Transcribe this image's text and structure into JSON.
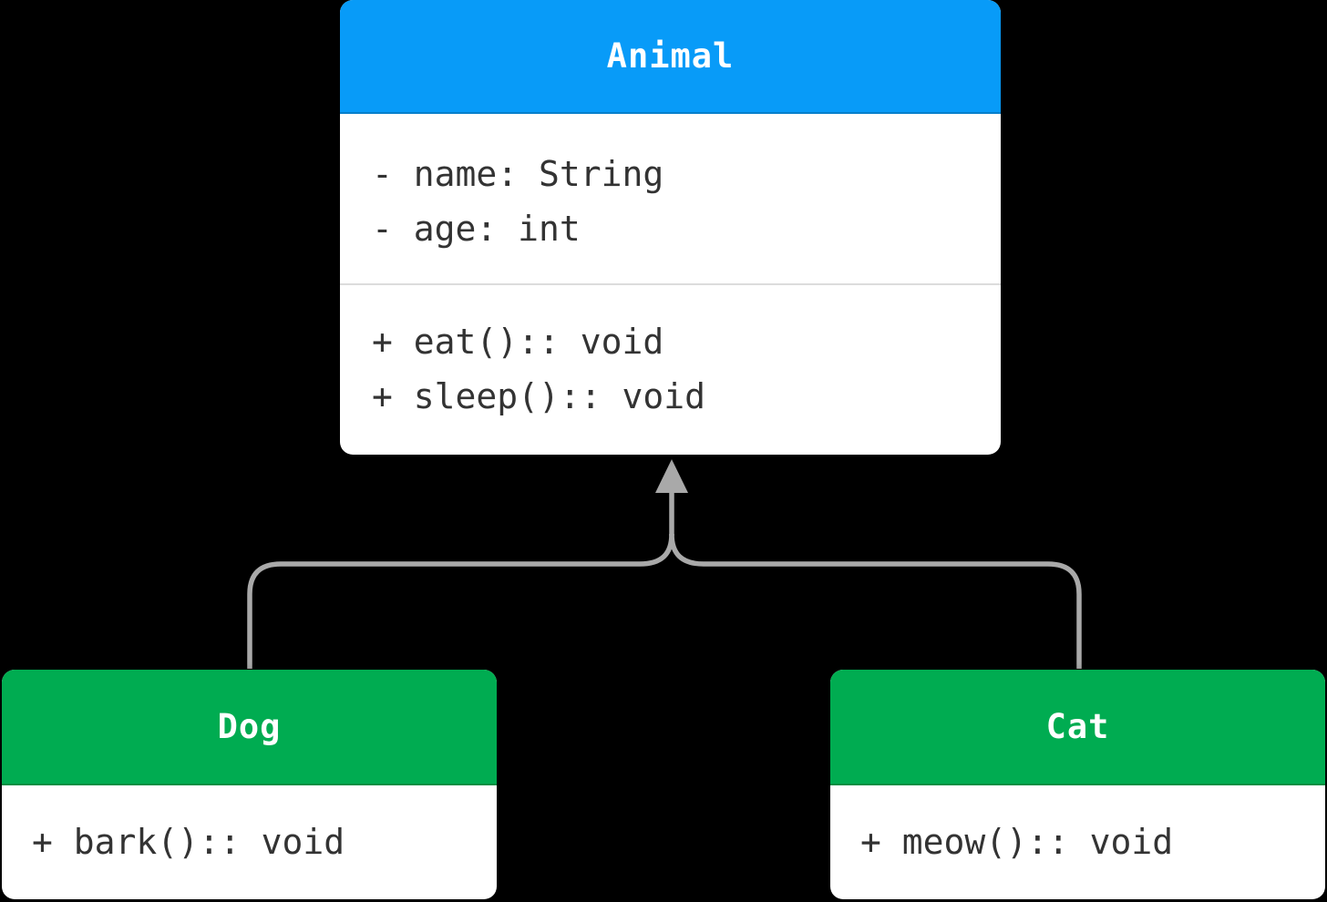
{
  "colors": {
    "background": "#000000",
    "animal_header": "#089bf8",
    "subclass_header": "#00ac51",
    "box_body": "#ffffff",
    "title_text": "#ffffff",
    "member_text": "#333333",
    "divider": "#dcdcdc",
    "connector": "#a9a9a9"
  },
  "classes": {
    "animal": {
      "title": "Animal",
      "attributes": [
        "- name: String",
        "- age: int"
      ],
      "methods": [
        "+ eat():: void",
        "+ sleep():: void"
      ]
    },
    "dog": {
      "title": "Dog",
      "methods": [
        "+ bark():: void"
      ]
    },
    "cat": {
      "title": "Cat",
      "methods": [
        "+ meow():: void"
      ]
    }
  }
}
